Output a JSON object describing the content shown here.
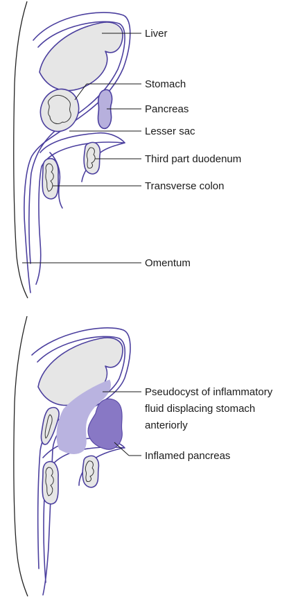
{
  "colors": {
    "outline": "#4b3f9e",
    "organ_fill": "#e6e6e6",
    "pancreas_fill": "#b7b0dd",
    "pseudocyst_fill": "#b9b3e0",
    "inflamed_pancreas_fill": "#8878c5",
    "text": "#1a1a1a"
  },
  "top_diagram": {
    "labels": {
      "liver": "Liver",
      "stomach": "Stomach",
      "pancreas": "Pancreas",
      "lesser_sac": "Lesser sac",
      "third_part_duodenum": "Third part duodenum",
      "transverse_colon": "Transverse colon",
      "omentum": "Omentum"
    }
  },
  "bottom_diagram": {
    "labels": {
      "pseudocyst_line1": "Pseudocyst of inflammatory",
      "pseudocyst_line2": "fluid displacing stomach",
      "pseudocyst_line3": "anteriorly",
      "inflamed_pancreas": "Inflamed pancreas"
    }
  }
}
